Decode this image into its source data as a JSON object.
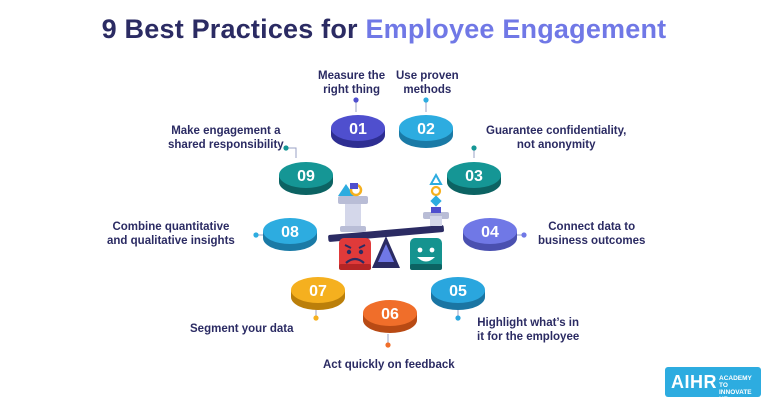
{
  "title": {
    "part1": "9 Best Practices for ",
    "part2": "Employee Engagement"
  },
  "practices": [
    {
      "num": "01",
      "line1": "Measure the",
      "line2": "right thing",
      "color": "#4f4fce",
      "dark": "#2e2e92"
    },
    {
      "num": "02",
      "line1": "Use proven",
      "line2": "methods",
      "color": "#2dace0",
      "dark": "#1a7aa6"
    },
    {
      "num": "03",
      "line1": "Guarantee confidentiality,",
      "line2": "not anonymity",
      "color": "#159695",
      "dark": "#0c6363"
    },
    {
      "num": "04",
      "line1": "Connect data to",
      "line2": "business outcomes",
      "color": "#7078e6",
      "dark": "#4a50b0"
    },
    {
      "num": "05",
      "line1": "Highlight what’s in",
      "line2": "it for the employee",
      "color": "#2aa6de",
      "dark": "#1a75a3"
    },
    {
      "num": "06",
      "line1": "Act quickly on feedback",
      "line2": "",
      "color": "#f06e2a",
      "dark": "#b84a14"
    },
    {
      "num": "07",
      "line1": "Segment your data",
      "line2": "",
      "color": "#f5b01f",
      "dark": "#bb7f0a"
    },
    {
      "num": "08",
      "line1": "Combine quantitative",
      "line2": "and qualitative insights",
      "color": "#2dace0",
      "dark": "#1a7aa6"
    },
    {
      "num": "09",
      "line1": "Make engagement a",
      "line2": "shared responsibility",
      "color": "#159695",
      "dark": "#0c6363"
    }
  ],
  "logo": {
    "brand": "AIHR",
    "tagline1": "ACADEMY TO",
    "tagline2": "INNOVATE HR"
  },
  "colors": {
    "navy": "#2b2b63",
    "sad_face": "#e03a3a",
    "happy_face": "#15938f",
    "scale_gray": "#b9bdd6"
  }
}
